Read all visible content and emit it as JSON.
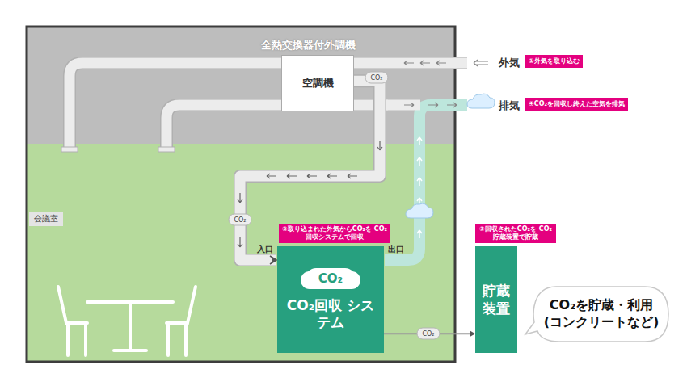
{
  "diagram": {
    "nodes": [
      {
        "text": [
          "全熱交換器付外調機"
        ]
      },
      {
        "text": [
          "空調機"
        ],
        "in": 0
      },
      {
        "text": [
          "①外気を取り込む"
        ]
      },
      {
        "text": [
          "④CO₂を回収し終えた空気を排気"
        ]
      },
      {
        "text": [
          "会議室"
        ]
      },
      {
        "text": [
          "②取り込まれた外気からCO₂を CO₂回収システムで回収"
        ],
        "in": 4
      },
      {
        "text": [
          "CO₂",
          "CO₂回収 システム"
        ],
        "in": 4
      },
      {
        "text": [
          "③回収されたCO₂を CO₂貯蔵装置で貯蔵"
        ]
      },
      {
        "text": [
          "貯蔵 装置"
        ]
      },
      {
        "text": [
          "CO₂を貯蔵・利用 (コンクリートなど)"
        ]
      }
    ],
    "edges": [
      {
        "from": 1,
        "to": 6,
        "arrow": "to",
        "label": "CO₂"
      },
      {
        "from": 6,
        "to": 8,
        "arrow": "to",
        "label": "CO₂"
      }
    ],
    "labels": [
      "外気",
      "排気",
      "CO₂",
      "入口",
      "出口"
    ]
  }
}
